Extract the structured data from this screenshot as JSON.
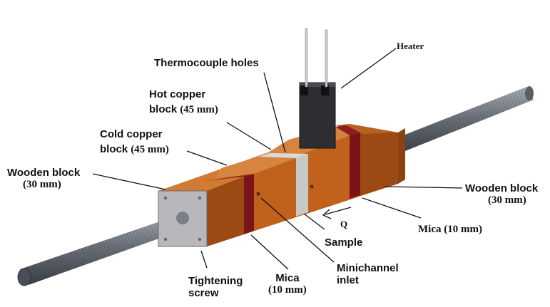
{
  "labels": {
    "heater": "Heater",
    "thermocouple_holes": "Thermocouple holes",
    "hot_copper_1": "Hot copper",
    "hot_copper_2": "block",
    "hot_copper_3": "(45 mm)",
    "cold_copper_1": "Cold copper",
    "cold_copper_2": "block",
    "cold_copper_3": "(45 mm)",
    "wooden_left_1": "Wooden block",
    "wooden_left_2": "(30 mm)",
    "wooden_right_1": "Wooden block",
    "wooden_right_2": "(30 mm)",
    "q": "Q",
    "mica_right": "Mica (10 mm)",
    "sample": "Sample",
    "minichannel_1": "Minichannel",
    "minichannel_2": "inlet",
    "mica_bottom_1": "Mica",
    "mica_bottom_2": "(10 mm)",
    "tightening_1": "Tightening",
    "tightening_2": "screw"
  },
  "colors": {
    "copper": "#c0621c",
    "copper_top": "#d6843e",
    "copper_dark": "#8f4612",
    "wood": "#9a4a12",
    "mica": "#7a1418",
    "sample": "#c8c8c6",
    "end_cap": "#b8b8bc",
    "rod": "#7a7f88",
    "heater": "#2e2e32"
  }
}
